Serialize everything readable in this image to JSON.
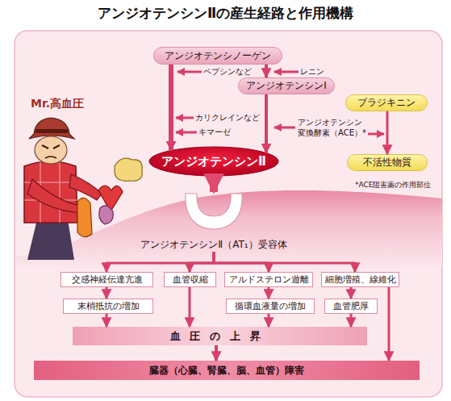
{
  "diagram": {
    "title": "アンジオテンシンⅡの産生経路と作用機構",
    "nodes": [
      {
        "text": [
          "アンジオテンシノーゲン"
        ]
      },
      {
        "text": [
          "アンジオテンシンⅠ"
        ]
      },
      {
        "text": [
          "ブラジキニン"
        ]
      },
      {
        "text": [
          "アンジオテンシンⅡ"
        ]
      },
      {
        "text": [
          "不活性物質"
        ]
      },
      {
        "text": [
          "アンジオテンシンⅡ（AT₁）受容体"
        ]
      },
      {
        "text": [
          "交感神経伝達亢進"
        ]
      },
      {
        "text": [
          "血管収縮"
        ]
      },
      {
        "text": [
          "アルドステロン遊離"
        ]
      },
      {
        "text": [
          "細胞増殖、線維化"
        ]
      },
      {
        "text": [
          "末梢抵抗の増加"
        ]
      },
      {
        "text": [
          "循環血液量の増加"
        ]
      },
      {
        "text": [
          "血管肥厚"
        ]
      },
      {
        "text": [
          "血圧の上昇"
        ]
      },
      {
        "text": [
          "臓器（心臓、腎臓、脳、血管）障害"
        ]
      }
    ],
    "edges": [
      {
        "from": 0,
        "to": 1,
        "arrow": "to"
      },
      {
        "from": 0,
        "to": 3,
        "arrow": "to"
      },
      {
        "from": 1,
        "to": 3,
        "arrow": "to"
      },
      {
        "from": 2,
        "to": 4,
        "arrow": "to"
      },
      {
        "from": 3,
        "to": 5,
        "arrow": "to"
      },
      {
        "from": 5,
        "to": 6,
        "arrow": "to"
      },
      {
        "from": 5,
        "to": 7,
        "arrow": "to"
      },
      {
        "from": 5,
        "to": 8,
        "arrow": "to"
      },
      {
        "from": 5,
        "to": 9,
        "arrow": "to"
      },
      {
        "from": 6,
        "to": 10,
        "arrow": "to"
      },
      {
        "from": 8,
        "to": 11,
        "arrow": "to"
      },
      {
        "from": 9,
        "to": 12,
        "arrow": "to"
      },
      {
        "from": 10,
        "to": 13,
        "arrow": "to"
      },
      {
        "from": 7,
        "to": 13,
        "arrow": "to"
      },
      {
        "from": 11,
        "to": 13,
        "arrow": "to"
      },
      {
        "from": 12,
        "to": 13,
        "arrow": "to"
      },
      {
        "from": 9,
        "to": 14,
        "arrow": "to"
      },
      {
        "from": 13,
        "to": 14,
        "arrow": "to"
      }
    ],
    "labels": [
      "ペプシンなど",
      "レニン",
      "Mr.高血圧",
      "カリクレインなど",
      "キマーゼ",
      "アンジオテンシン 変換酵素（ACE）*",
      "*ACE阻害薬の作用部位"
    ]
  }
}
